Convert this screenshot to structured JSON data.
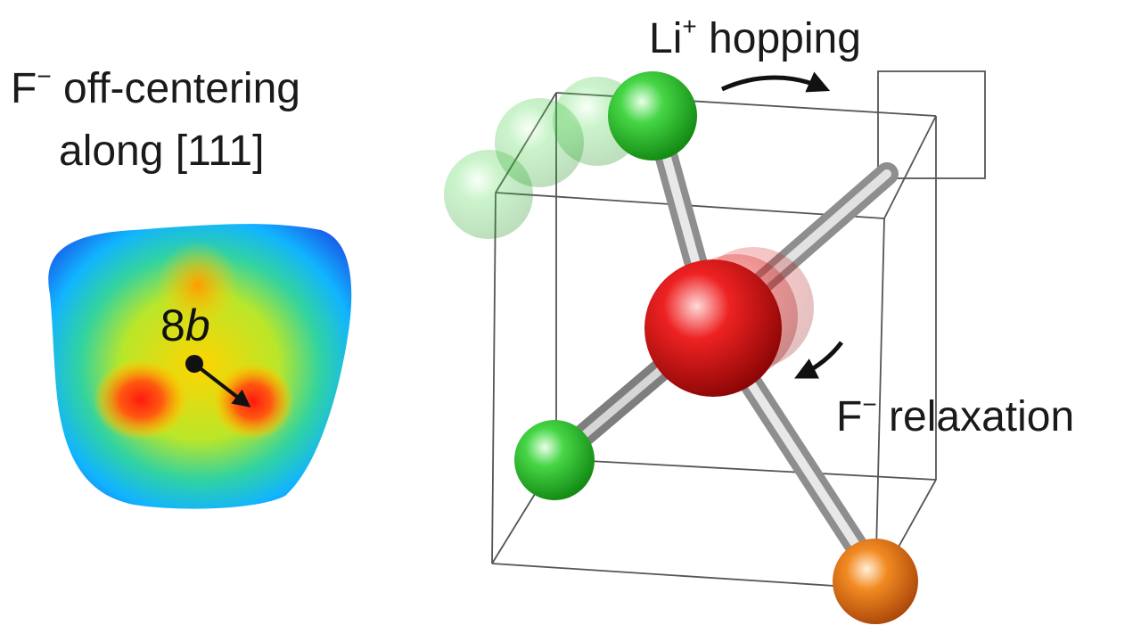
{
  "density_map": {
    "title_line1_species": "F",
    "title_line1_charge": "−",
    "title_line1_text": " off-centering",
    "title_line2": "along [111]",
    "site_number": "8",
    "site_letter": "b"
  },
  "lattice": {
    "li_species": "Li",
    "li_charge": "+",
    "li_text": " hopping",
    "f_species": "F",
    "f_charge": "−",
    "f_text": " relaxation"
  },
  "colors": {
    "li_atom": "#2fc42f",
    "f_atom": "#e51b1b",
    "third_atom": "#ee7a1a",
    "bond": "#b9b9b9",
    "cell_edge": "#555555",
    "arrow": "#111111"
  }
}
